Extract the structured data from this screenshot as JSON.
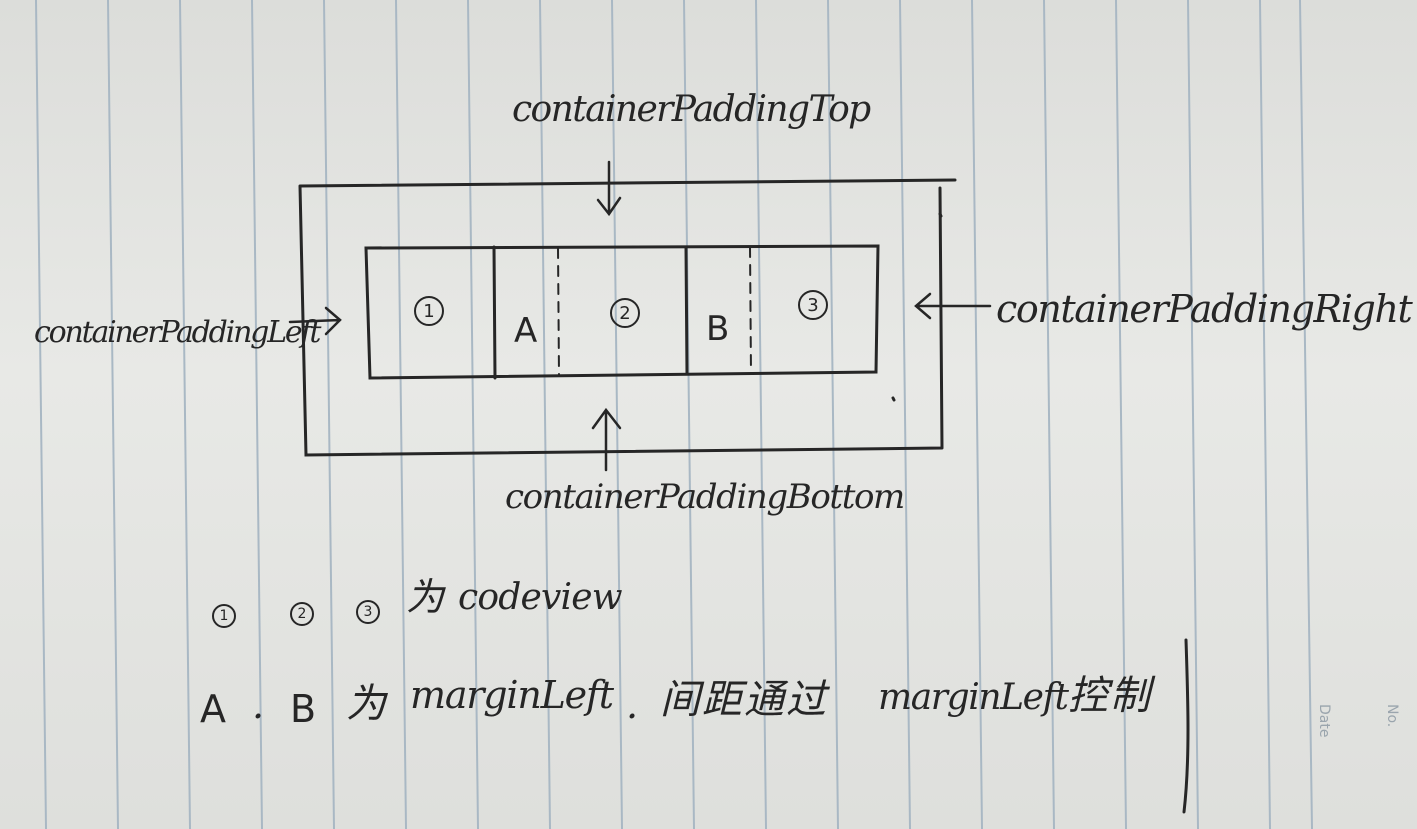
{
  "labels": {
    "padding_top": "containerPaddingTop",
    "padding_left": "containerPaddingLeft",
    "padding_right": "containerPaddingRight",
    "padding_bottom": "containerPaddingBottom"
  },
  "cells": {
    "view1": "1",
    "margin_a": "A",
    "view2": "2",
    "margin_b": "B",
    "view3": "3"
  },
  "legend": {
    "line1": {
      "n1": "1",
      "n2": "2",
      "n3": "3",
      "wei": "为",
      "codeview": "codeview"
    },
    "line2": {
      "a": "A",
      "dot1": ".",
      "b": "B",
      "wei": "为",
      "marginleft1": "marginLeft",
      "dot2": ".",
      "jianju_tongguo": "间距通过",
      "marginleft2": "marginLeft",
      "kongzhi": "控制"
    }
  },
  "paper": {
    "date_label": "Date",
    "no_label": "No."
  },
  "colors": {
    "ink": "#262626",
    "paper": "#e4e5e2",
    "rule": "#a9b8c4"
  }
}
